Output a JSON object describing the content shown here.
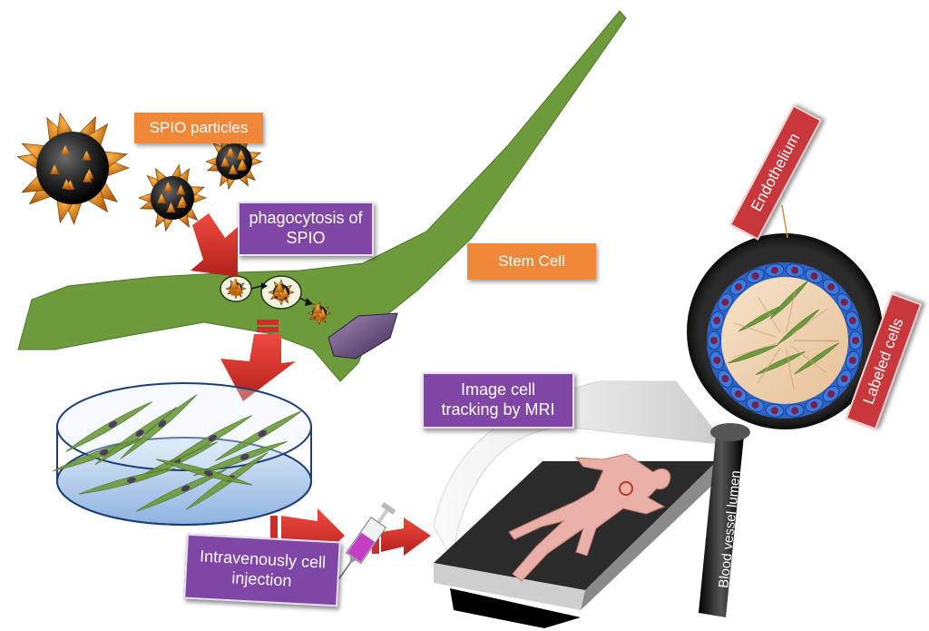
{
  "labels": {
    "spio_particles": "SPIO particles",
    "phagocytosis": "phagocytosis of\nSPIO",
    "stem_cell": "Stem Cell",
    "image_tracking": "Image cell\ntracking by  MRI",
    "injection": "Intravenously cell\ninjection",
    "endothelium": "Endothelium",
    "labeled_cells": "Labeled cells",
    "vessel_lumen": "Blood vessel lumen"
  },
  "colors": {
    "orange_label": "#f0883a",
    "purple_label": "#7f46a6",
    "red_label": "#c8373b",
    "stem_cell": "#6d9b3b",
    "arrow": "#d42a26",
    "dish": "#a9c6ea",
    "body": "#e8b0a6"
  },
  "icons": [
    "spio-particle-cluster",
    "stem-cell",
    "petri-dish",
    "syringe",
    "mri-table",
    "magnifier",
    "blood-vessel"
  ]
}
